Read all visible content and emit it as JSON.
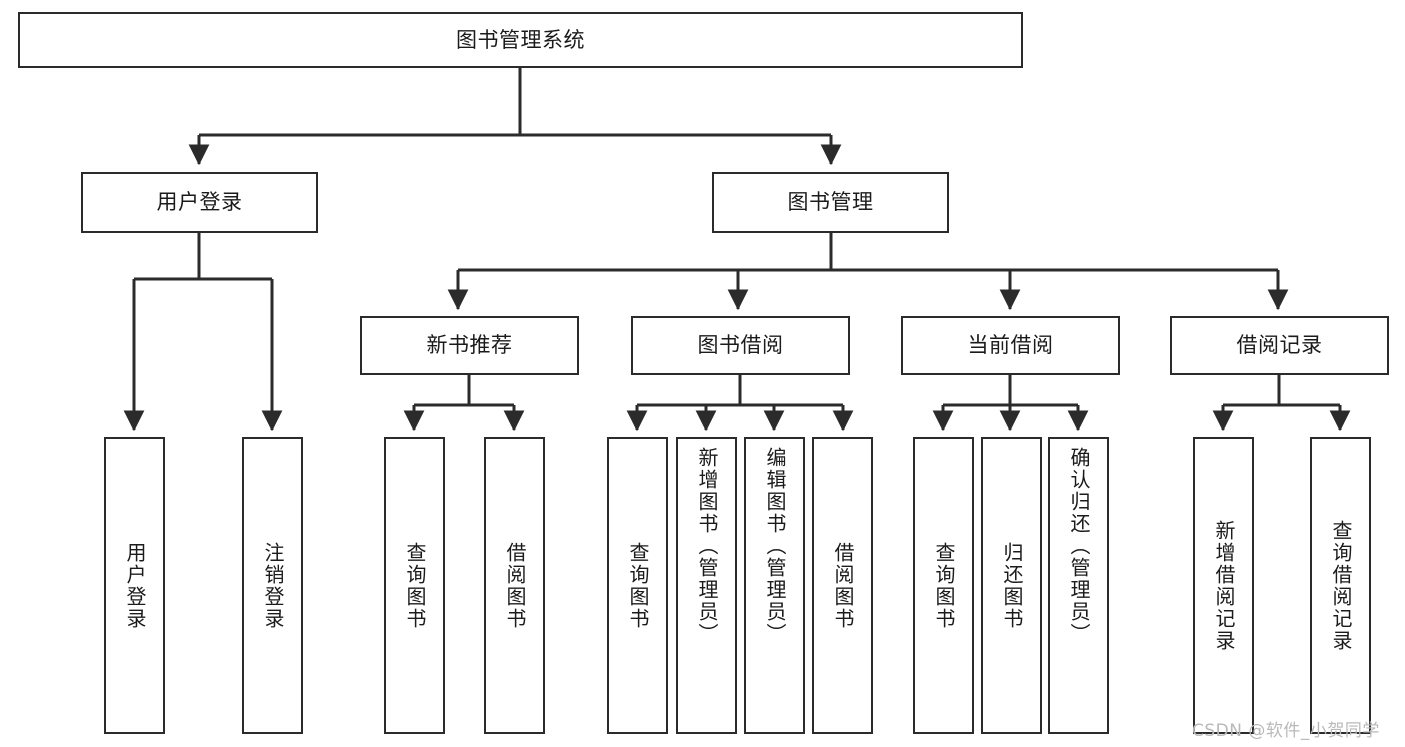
{
  "diagram": {
    "title": "图书管理系统",
    "type": "function-structure-tree",
    "watermark": "CSDN @软件_小贺同学",
    "colors": {
      "stroke": "#2b2b2b",
      "fill": "#ffffff",
      "text": "#1b1b1b",
      "watermark": "#b9b9b9"
    },
    "root": {
      "id": "root",
      "label": "图书管理系统"
    },
    "level1": [
      {
        "id": "user-login",
        "label": "用户登录"
      },
      {
        "id": "book-manage",
        "label": "图书管理"
      }
    ],
    "level2": [
      {
        "id": "new-book-recommend",
        "label": "新书推荐",
        "parent": "book-manage"
      },
      {
        "id": "book-borrow",
        "label": "图书借阅",
        "parent": "book-manage"
      },
      {
        "id": "current-borrow",
        "label": "当前借阅",
        "parent": "book-manage"
      },
      {
        "id": "borrow-record",
        "label": "借阅记录",
        "parent": "book-manage"
      }
    ],
    "leaves": {
      "user-login": [
        {
          "id": "leaf-user-login",
          "label": "用户登录"
        },
        {
          "id": "leaf-logout-login",
          "label": "注销登录"
        }
      ],
      "new-book-recommend": [
        {
          "id": "leaf-query-book-1",
          "label": "查询图书"
        },
        {
          "id": "leaf-borrow-book-1",
          "label": "借阅图书"
        }
      ],
      "book-borrow": [
        {
          "id": "leaf-query-book-2",
          "label": "查询图书"
        },
        {
          "id": "leaf-add-book",
          "label": "新增图书（管理员）"
        },
        {
          "id": "leaf-edit-book",
          "label": "编辑图书（管理员）"
        },
        {
          "id": "leaf-borrow-book-2",
          "label": "借阅图书"
        }
      ],
      "current-borrow": [
        {
          "id": "leaf-query-book-3",
          "label": "查询图书"
        },
        {
          "id": "leaf-return-book",
          "label": "归还图书"
        },
        {
          "id": "leaf-confirm-return",
          "label": "确认归还（管理员）"
        }
      ],
      "borrow-record": [
        {
          "id": "leaf-add-record",
          "label": "新增借阅记录"
        },
        {
          "id": "leaf-query-record",
          "label": "查询借阅记录"
        }
      ]
    }
  }
}
